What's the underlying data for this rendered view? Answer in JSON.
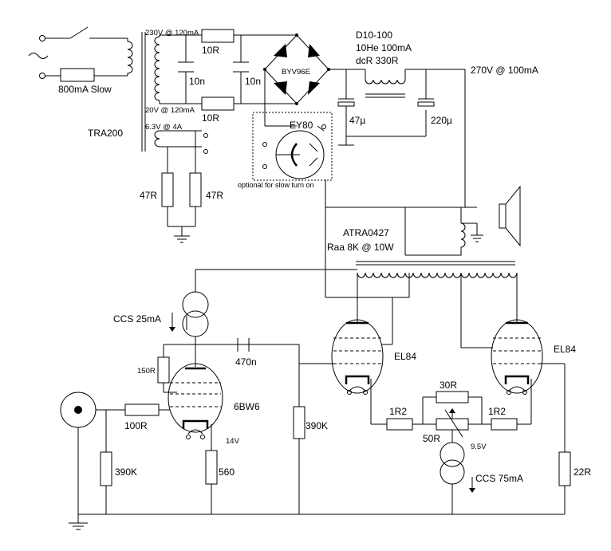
{
  "power_transformer": {
    "name": "TRA200",
    "hv_winding": "230V @ 120mA",
    "lv_winding": "20V @ 120mA",
    "heater_winding": "6.3V @ 4A",
    "fuse": "800mA Slow"
  },
  "supply": {
    "r_top": "10R",
    "r_bot": "10R",
    "c_left": "10n",
    "c_right": "10n",
    "bridge": "BYV96E",
    "rectifier_tube": "EY80",
    "rectifier_note": "optional for slow turn on",
    "choke_name": "D10-100",
    "choke_spec": "10He 100mA",
    "choke_dcr": "dcR 330R",
    "c1": "47µ",
    "c2": "220µ",
    "b_plus": "270V @ 100mA",
    "heater_r1": "47R",
    "heater_r2": "47R"
  },
  "output_transformer": {
    "name": "ATRA0427",
    "spec": "Raa 8K @ 10W"
  },
  "driver": {
    "ccs": "CCS 25mA",
    "tube": "6BW6",
    "r_g2": "150R",
    "c_coupling": "470n",
    "r_grid_stop": "100R",
    "r_input": "390K",
    "r_cathode": "560",
    "v_cathode": "14V",
    "r_grid_leak": "390K"
  },
  "output_stage": {
    "tube_left": "EL84",
    "tube_right": "EL84",
    "r_left": "1R2",
    "r_right": "1R2",
    "trim_fixed": "30R",
    "trim_pot": "50R",
    "v_tail": "9.5V",
    "ccs": "CCS 75mA",
    "r_bottom": "22R"
  }
}
